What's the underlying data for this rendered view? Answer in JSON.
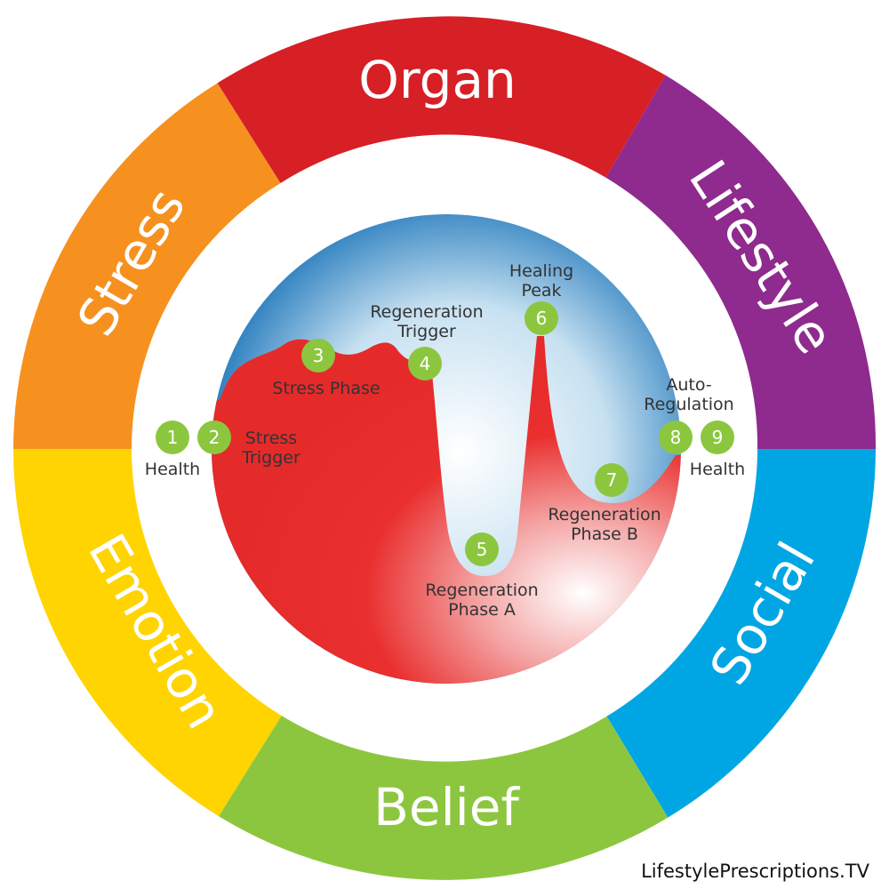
{
  "segments": [
    {
      "label": "Organ",
      "color": "#d71f26"
    },
    {
      "label": "Lifestyle",
      "color": "#8f2a8e"
    },
    {
      "label": "Social",
      "color": "#00a6e3"
    },
    {
      "label": "Belief",
      "color": "#8cc63f"
    },
    {
      "label": "Emotion",
      "color": "#ffd400"
    },
    {
      "label": "Stress",
      "color": "#f6911f"
    }
  ],
  "steps": [
    {
      "number": "1",
      "label": [
        "Health"
      ]
    },
    {
      "number": "2",
      "label": [
        "Stress",
        "Trigger"
      ]
    },
    {
      "number": "3",
      "label": [
        "Stress Phase"
      ]
    },
    {
      "number": "4",
      "label": [
        "Regeneration",
        "Trigger"
      ]
    },
    {
      "number": "5",
      "label": [
        "Regeneration",
        "Phase A"
      ]
    },
    {
      "number": "6",
      "label": [
        "Healing",
        "Peak"
      ]
    },
    {
      "number": "7",
      "label": [
        "Regeneration",
        "Phase B"
      ]
    },
    {
      "number": "8",
      "label": [
        "Auto-",
        "Regulation"
      ]
    },
    {
      "number": "9",
      "label": [
        "Health"
      ]
    }
  ],
  "colors": {
    "badge": "#8cc63f",
    "stress_red": "#e52a2a",
    "regeneration_blue": "#1070b8"
  },
  "credit": "LifestylePrescriptions.TV"
}
